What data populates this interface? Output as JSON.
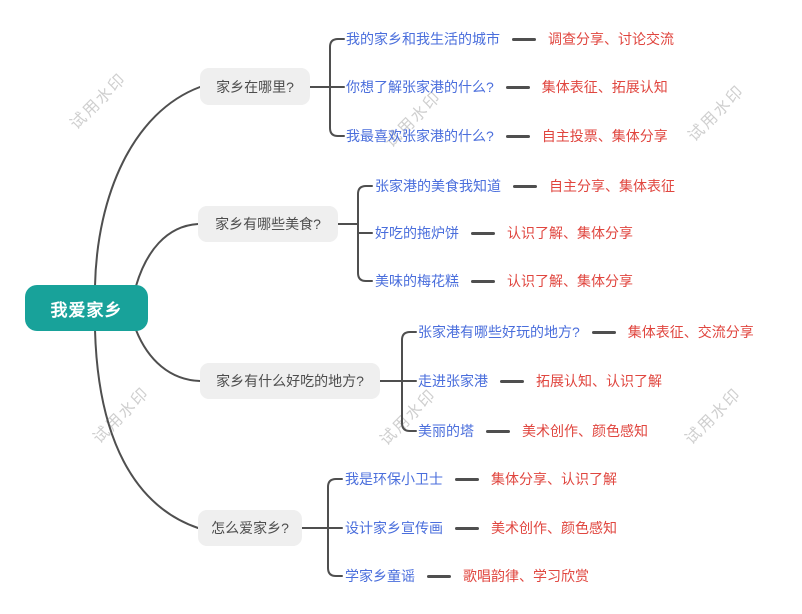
{
  "watermark": {
    "text": "试用水印",
    "color": "#cfcfcf"
  },
  "root": {
    "label": "我爱家乡",
    "bg_color": "#18a29a",
    "text_color": "#ffffff"
  },
  "colors": {
    "leaf_text": "#4a6edc",
    "activity_text": "#e0463f",
    "connector": "#4f4f4f",
    "branch_bg": "#efefef",
    "branch_text": "#4d4d4d"
  },
  "branches": [
    {
      "label": "家乡在哪里?",
      "children": [
        {
          "label": "我的家乡和我生活的城市",
          "activity": "调查分享、讨论交流"
        },
        {
          "label": "你想了解张家港的什么?",
          "activity": "集体表征、拓展认知"
        },
        {
          "label": "我最喜欢张家港的什么?",
          "activity": "自主投票、集体分享"
        }
      ]
    },
    {
      "label": "家乡有哪些美食?",
      "children": [
        {
          "label": "张家港的美食我知道",
          "activity": "自主分享、集体表征"
        },
        {
          "label": "好吃的拖炉饼",
          "activity": "认识了解、集体分享"
        },
        {
          "label": "美味的梅花糕",
          "activity": "认识了解、集体分享"
        }
      ]
    },
    {
      "label": "家乡有什么好吃的地方?",
      "children": [
        {
          "label": "张家港有哪些好玩的地方?",
          "activity": "集体表征、交流分享"
        },
        {
          "label": "走进张家港",
          "activity": "拓展认知、认识了解"
        },
        {
          "label": "美丽的塔",
          "activity": "美术创作、颜色感知"
        }
      ]
    },
    {
      "label": "怎么爱家乡?",
      "children": [
        {
          "label": "我是环保小卫士",
          "activity": "集体分享、认识了解"
        },
        {
          "label": "设计家乡宣传画",
          "activity": "美术创作、颜色感知"
        },
        {
          "label": "学家乡童谣",
          "activity": "歌唱韵律、学习欣赏"
        }
      ]
    }
  ]
}
